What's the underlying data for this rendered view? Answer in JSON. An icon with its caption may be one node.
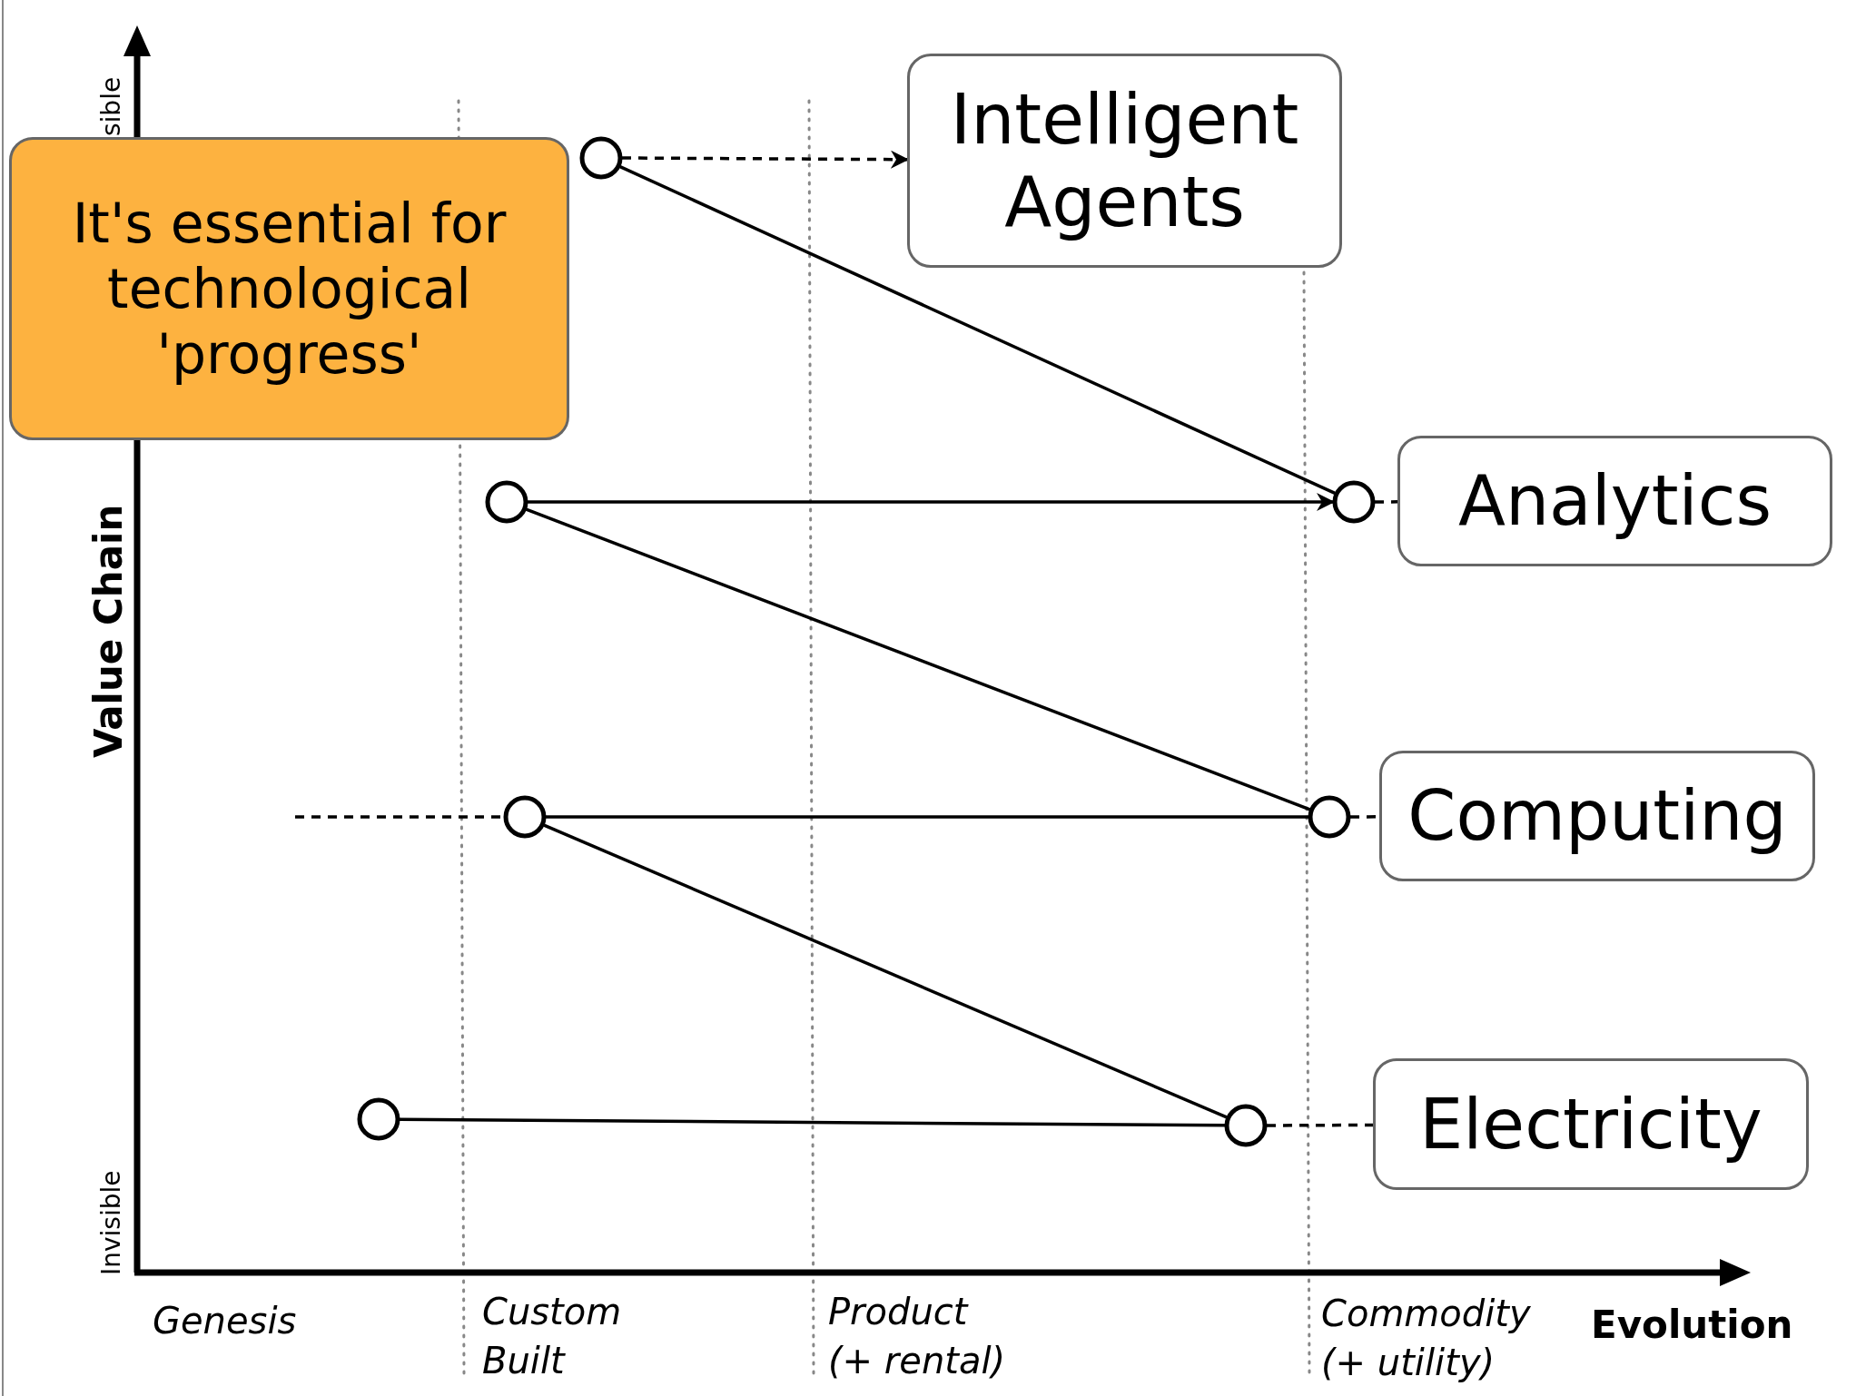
{
  "diagram": {
    "nodes": [
      {
        "text": [
          "It's essential for technological 'progress'"
        ]
      },
      {
        "text": [
          "Intelligent Agents"
        ]
      },
      {
        "text": [],
        "shape": "circle"
      },
      {
        "text": [
          "Analytics"
        ]
      },
      {
        "text": [],
        "shape": "circle"
      },
      {
        "text": [],
        "shape": "circle"
      },
      {
        "text": [
          "Computing"
        ]
      },
      {
        "text": [],
        "shape": "circle"
      },
      {
        "text": [],
        "shape": "circle"
      },
      {
        "text": [
          "Electricity"
        ]
      },
      {
        "text": [],
        "shape": "circle"
      },
      {
        "text": [],
        "shape": "circle"
      }
    ],
    "edges": [
      {
        "from": 2,
        "to": 1,
        "arrow": "to",
        "style": "dashed"
      },
      {
        "from": 2,
        "to": 5,
        "arrow": "none"
      },
      {
        "from": 4,
        "to": 5,
        "arrow": "to"
      },
      {
        "from": 4,
        "to": 8,
        "arrow": "none"
      },
      {
        "from": 5,
        "to": 3,
        "arrow": "none",
        "style": "dashed"
      },
      {
        "from": null,
        "to": 7,
        "arrow": "none",
        "style": "dashed"
      },
      {
        "from": 7,
        "to": 8,
        "arrow": "none"
      },
      {
        "from": 7,
        "to": 11,
        "arrow": "none"
      },
      {
        "from": 8,
        "to": 6,
        "arrow": "none",
        "style": "dashed"
      },
      {
        "from": 10,
        "to": 11,
        "arrow": "none"
      },
      {
        "from": 11,
        "to": 9,
        "arrow": "none",
        "style": "dashed"
      }
    ],
    "labels": [
      "sible",
      "Value Chain",
      "Invisible",
      "Genesis",
      "Custom Built",
      "Product (+ rental)",
      "Commodity (+ utility)",
      "Evolution"
    ]
  }
}
